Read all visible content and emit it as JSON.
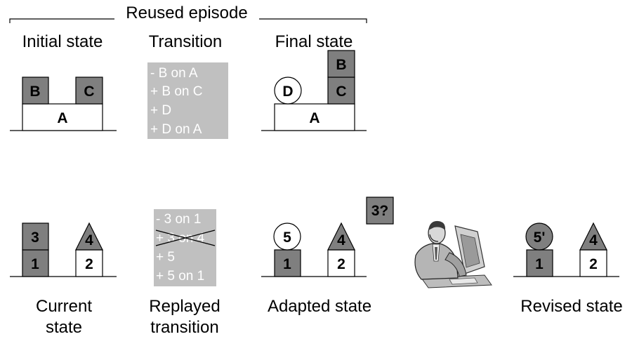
{
  "top": {
    "bracket_label": "Reused episode",
    "initial_state": {
      "label": "Initial state",
      "blocks": {
        "b": "B",
        "c": "C",
        "a": "A"
      }
    },
    "transition": {
      "label": "Transition",
      "lines": [
        "- B on A",
        "+ B on C",
        "+ D",
        "+ D on A"
      ]
    },
    "final_state": {
      "label": "Final state",
      "blocks": {
        "b": "B",
        "c": "C",
        "a": "A",
        "d": "D"
      }
    }
  },
  "bottom": {
    "current_state": {
      "label_1": "Current",
      "label_2": "state",
      "blocks": {
        "three": "3",
        "one": "1",
        "four": "4",
        "two": "2"
      }
    },
    "replayed_transition": {
      "label_1": "Replayed",
      "label_2": "transition",
      "lines": [
        "- 3 on 1",
        "+ 3 on 4",
        "+ 5",
        "+ 5 on 1"
      ]
    },
    "adapted_state": {
      "label": "Adapted state",
      "question": "3?",
      "blocks": {
        "five": "5",
        "one": "1",
        "four": "4",
        "two": "2"
      }
    },
    "revised_state": {
      "label": "Revised state",
      "blocks": {
        "five_prime": "5'",
        "one": "1",
        "four": "4",
        "two": "2"
      }
    }
  },
  "colors": {
    "block_gray": "#7f7f7f",
    "panel_gray": "#c0c0c0",
    "panel_text": "#ffffff"
  },
  "icons": {
    "user": "person-at-computer-icon"
  }
}
